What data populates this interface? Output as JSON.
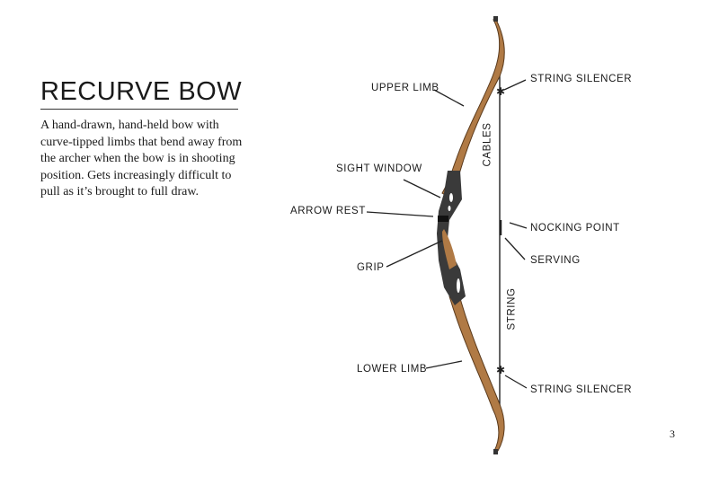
{
  "title": "RECURVE BOW",
  "description": "A hand-drawn, hand-held bow with curve-tipped limbs that bend away from the archer when the bow is in shooting position. Gets increasingly difficult to pull as it’s brought to full draw.",
  "labels": {
    "upper_limb": "UPPER LIMB",
    "string_silencer_top": "STRING SILENCER",
    "cables": "CABLES",
    "sight_window": "SIGHT WINDOW",
    "arrow_rest": "ARROW REST",
    "nocking_point": "NOCKING POINT",
    "serving": "SERVING",
    "grip": "GRIP",
    "string": "STRING",
    "lower_limb": "LOWER LIMB",
    "string_silencer_bottom": "STRING SILENCER"
  },
  "page_number": "3",
  "colors": {
    "wood": "#b07a45",
    "riser": "#3a3a3a",
    "text": "#1a1a1a"
  }
}
